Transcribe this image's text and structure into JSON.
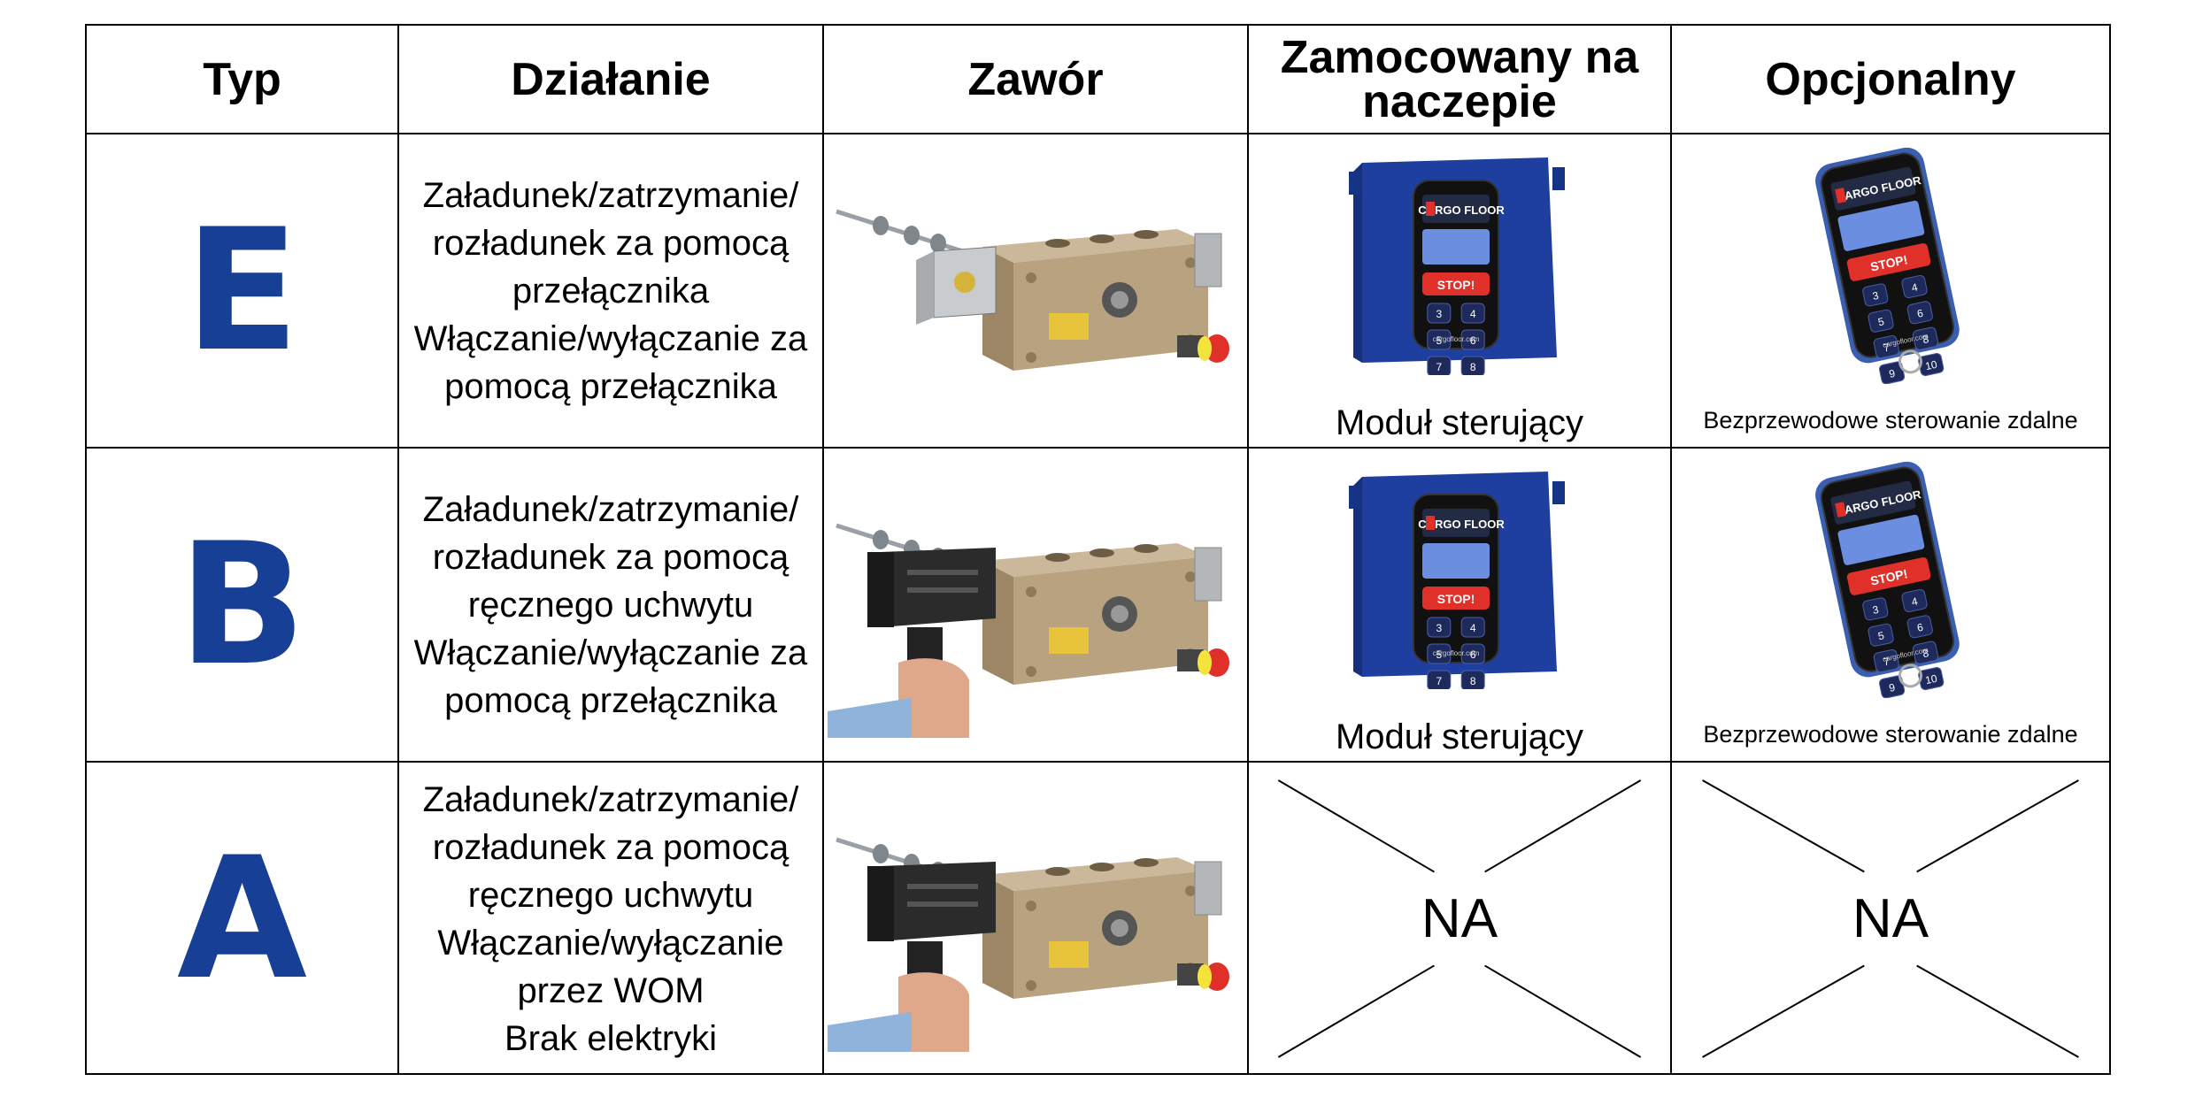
{
  "headers": [
    "Typ",
    "Działanie",
    "Zawór",
    "Zamocowany na naczepie",
    "Opcjonalny"
  ],
  "rows": [
    {
      "type": "E",
      "action": "Załadunek/zatrzymanie/\nrozładunek za pomocą\nprzełącznika\nWłączanie/wyłączanie za\npomocą przełącznika",
      "valve_variant": "switch",
      "mounted_caption": "Moduł sterujący",
      "optional_caption": "Bezprzewodowe sterowanie zdalne"
    },
    {
      "type": "B",
      "action": "Załadunek/zatrzymanie/\nrozładunek za pomocą\nręcznego uchwytu\nWłączanie/wyłączanie za\npomocą przełącznika",
      "valve_variant": "handle",
      "mounted_caption": "Moduł sterujący",
      "optional_caption": "Bezprzewodowe sterowanie zdalne"
    },
    {
      "type": "A",
      "action": "Załadunek/zatrzymanie/\nrozładunek za pomocą\nręcznego uchwytu\nWłączanie/wyłączanie\nprzez WOM\nBrak elektryki",
      "valve_variant": "handle",
      "mounted_caption": "NA",
      "optional_caption": "NA"
    }
  ],
  "device": {
    "brand": "CARGO FLOOR",
    "stop_label": "STOP!",
    "keys": [
      "3",
      "4",
      "5",
      "6",
      "7",
      "8",
      "9",
      "10"
    ],
    "website": "cargofloor.com"
  },
  "colors": {
    "type_letter": "#173f95",
    "module_body": "#1e3fa0",
    "stop_button": "#e0302a"
  }
}
